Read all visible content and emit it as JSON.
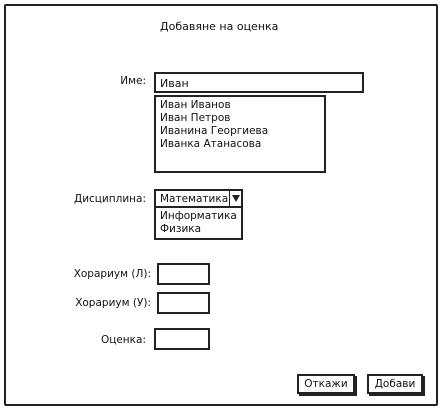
{
  "dialog": {
    "title": "Добавяне на оценка"
  },
  "name_field": {
    "label": "Име:",
    "value": "Иван"
  },
  "name_suggestions": [
    "Иван Иванов",
    "Иван Петров",
    "Иванина Георгиева",
    "Иванка Атанасова"
  ],
  "discipline": {
    "label": "Дисциплина:",
    "selected": "Математика",
    "options": [
      "Информатика",
      "Физика"
    ]
  },
  "hours_l": {
    "label": "Хорариум (Л):",
    "value": ""
  },
  "hours_u": {
    "label": "Хорариум (У):",
    "value": ""
  },
  "grade": {
    "label": "Оценка:",
    "value": ""
  },
  "buttons": {
    "cancel": "Откажи",
    "add": "Добави"
  },
  "icons": {
    "dropdown": "triangle-down-icon"
  }
}
